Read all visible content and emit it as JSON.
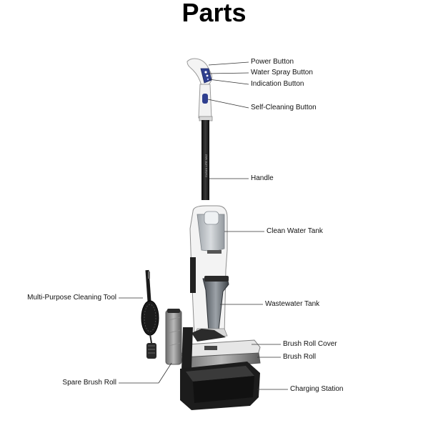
{
  "title": "Parts",
  "labels": {
    "power_button": "Power Button",
    "water_spray_button": "Water Spray Button",
    "indication_button": "Indication Button",
    "self_cleaning_button": "Self-Cleaning Button",
    "handle": "Handle",
    "clean_water_tank": "Clean Water Tank",
    "wastewater_tank": "Wastewater Tank",
    "brush_roll_cover": "Brush Roll Cover",
    "brush_roll": "Brush Roll",
    "charging_station": "Charging Station",
    "multi_purpose_cleaning_tool": "Multi-Purpose Cleaning Tool",
    "spare_brush_roll": "Spare Brush Roll"
  },
  "handle_print": "CLEAN LITE W12",
  "colors": {
    "accent_blue": "#2f3f8f",
    "body_white": "#f2f2f2",
    "dark": "#1c1c1c"
  }
}
